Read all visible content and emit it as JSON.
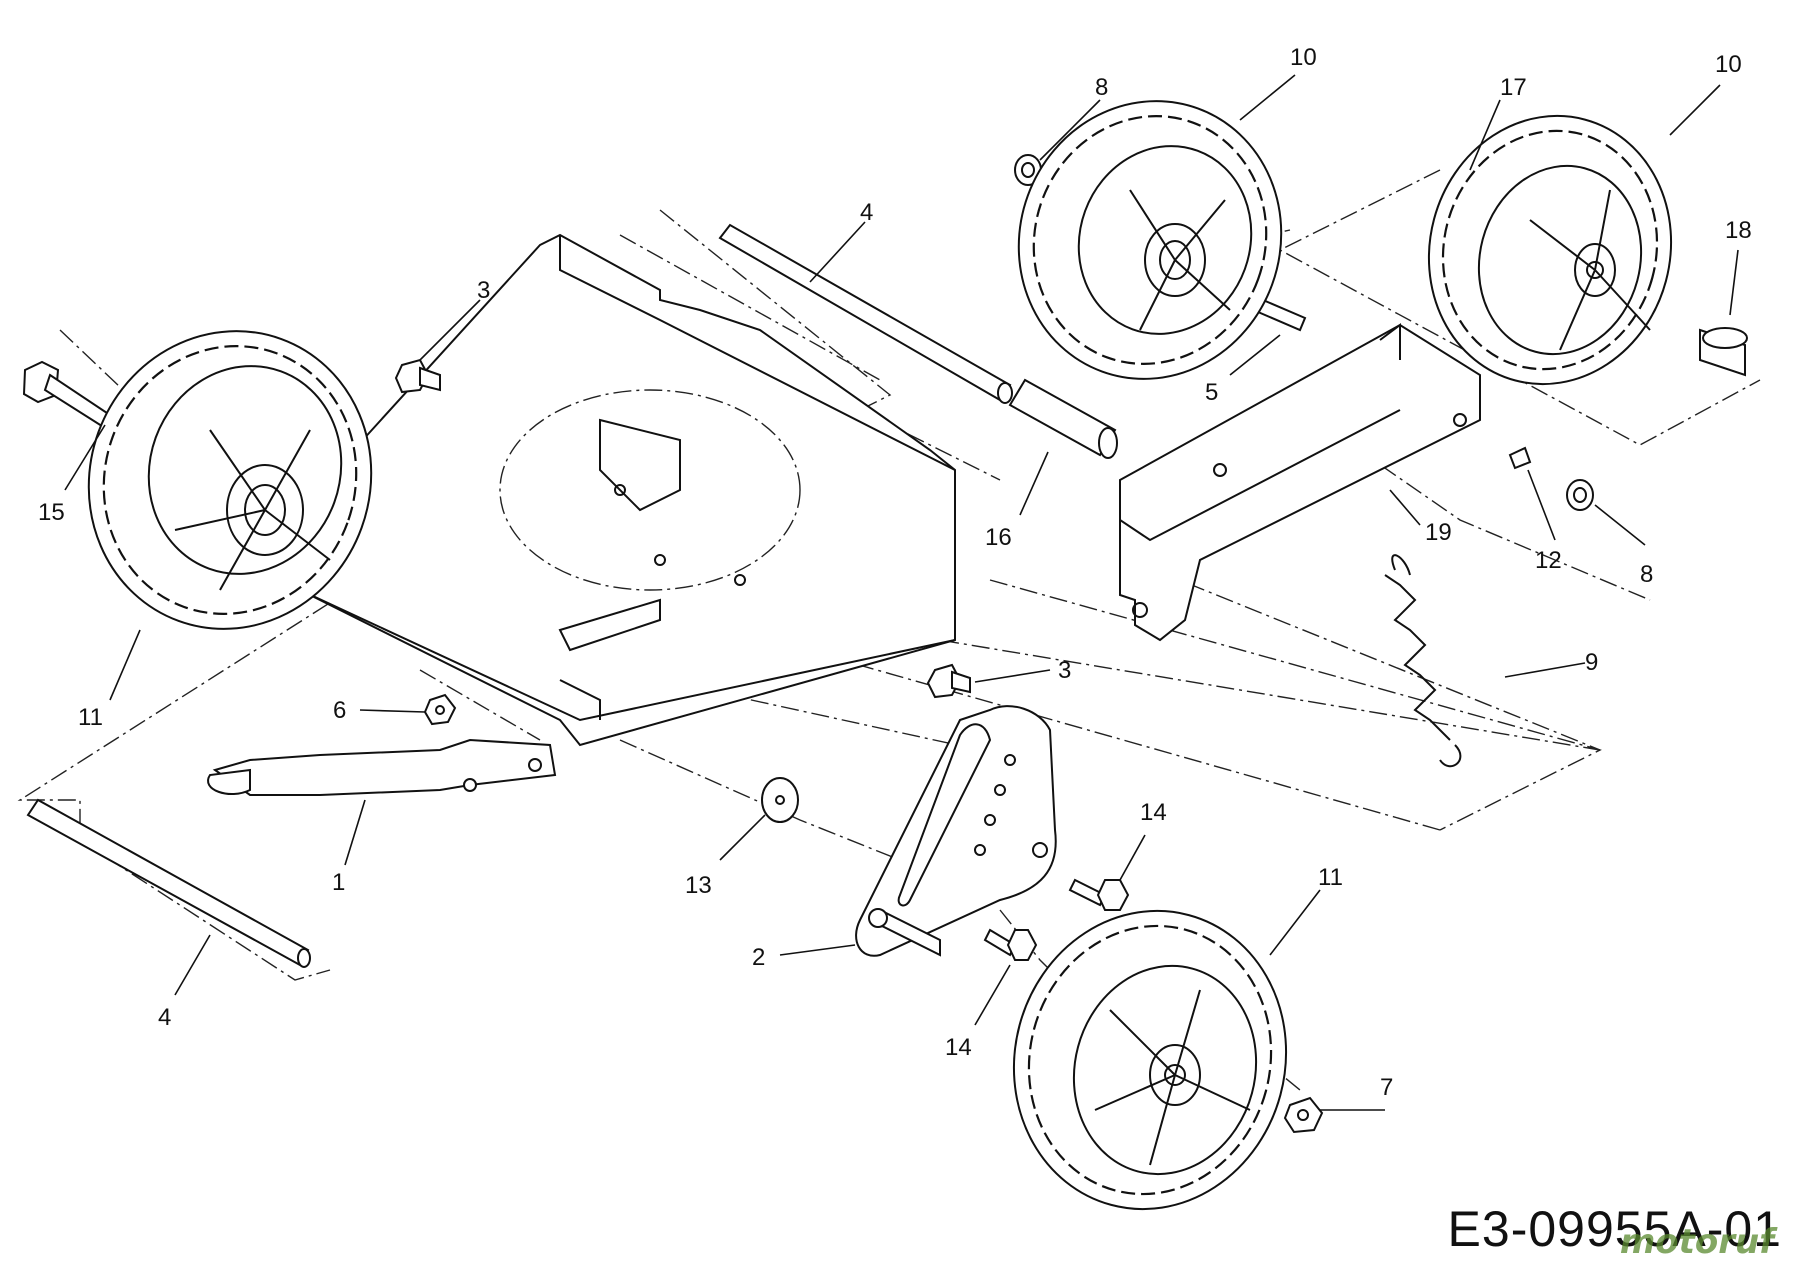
{
  "drawing": {
    "code": "E3-09955A-01",
    "watermark": "motoruf"
  },
  "callouts": [
    {
      "id": "c1",
      "label": "1"
    },
    {
      "id": "c2",
      "label": "2"
    },
    {
      "id": "c3a",
      "label": "3"
    },
    {
      "id": "c3b",
      "label": "3"
    },
    {
      "id": "c4a",
      "label": "4"
    },
    {
      "id": "c4b",
      "label": "4"
    },
    {
      "id": "c5",
      "label": "5"
    },
    {
      "id": "c6",
      "label": "6"
    },
    {
      "id": "c7",
      "label": "7"
    },
    {
      "id": "c8a",
      "label": "8"
    },
    {
      "id": "c8b",
      "label": "8"
    },
    {
      "id": "c9",
      "label": "9"
    },
    {
      "id": "c10a",
      "label": "10"
    },
    {
      "id": "c10b",
      "label": "10"
    },
    {
      "id": "c11a",
      "label": "11"
    },
    {
      "id": "c11b",
      "label": "11"
    },
    {
      "id": "c12",
      "label": "12"
    },
    {
      "id": "c13",
      "label": "13"
    },
    {
      "id": "c14a",
      "label": "14"
    },
    {
      "id": "c14b",
      "label": "14"
    },
    {
      "id": "c15",
      "label": "15"
    },
    {
      "id": "c16",
      "label": "16"
    },
    {
      "id": "c17",
      "label": "17"
    },
    {
      "id": "c18",
      "label": "18"
    },
    {
      "id": "c19",
      "label": "19"
    }
  ]
}
